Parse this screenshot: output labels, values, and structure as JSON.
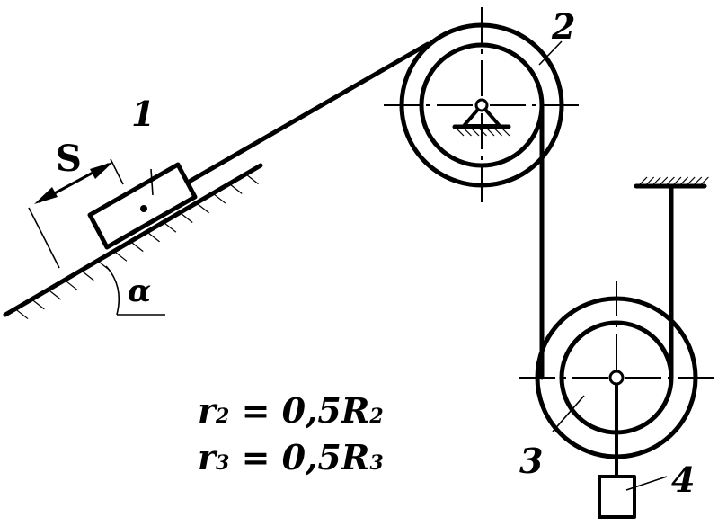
{
  "labels": {
    "block": "1",
    "pulley_top": "2",
    "pulley_bottom": "3",
    "weight": "4",
    "displacement": "S",
    "angle": "α"
  },
  "formulas": {
    "f1_a": "r",
    "f1_a_sub": "2",
    "f1_b": " = 0,5R",
    "f1_b_sub": "2",
    "f2_a": "r",
    "f2_a_sub": "3",
    "f2_b": " = 0,5R",
    "f2_b_sub": "3"
  },
  "colors": {
    "ink": "#000000",
    "background": "#ffffff"
  }
}
